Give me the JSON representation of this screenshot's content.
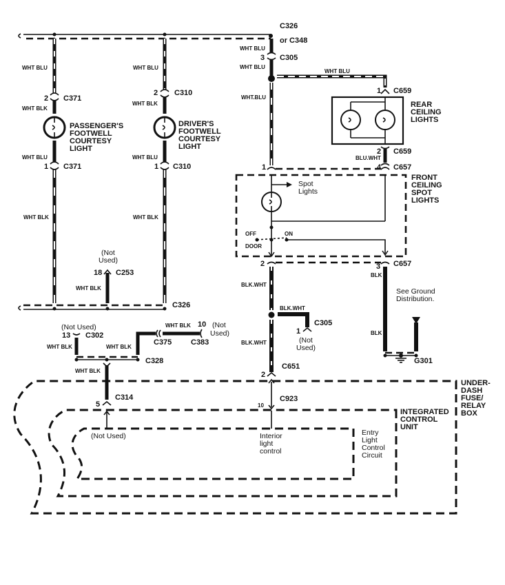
{
  "diagram": {
    "top_bus": {
      "connector_top": "C326",
      "connector_alt": "or C348"
    },
    "bottom_bus": {
      "connector": "C326"
    },
    "passenger_branch": {
      "wire_upper": "WHT BLU",
      "conn_upper_pin": "2",
      "conn_upper": "C371",
      "wire_mid": "WHT BLK",
      "component_lines": [
        "PASSENGER'S",
        "FOOTWELL",
        "COURTESY",
        "LIGHT"
      ],
      "wire_lower": "WHT BLU",
      "conn_lower_pin": "1",
      "conn_lower": "C371",
      "wire_bottom": "WHT BLK"
    },
    "driver_branch": {
      "wire_upper": "WHT BLU",
      "conn_upper_pin": "2",
      "conn_upper": "C310",
      "wire_mid": "WHT BLK",
      "component_lines": [
        "DRIVER'S",
        "FOOTWELL",
        "COURTESY",
        "LIGHT"
      ],
      "wire_lower": "WHT BLU",
      "conn_lower_pin": "1",
      "conn_lower": "C310",
      "wire_bottom": "WHT BLK"
    },
    "c253_stub": {
      "not_used": [
        "(Not",
        "Used)"
      ],
      "pin": "18",
      "connector": "C253",
      "wire": "WHT BLK"
    },
    "right_feed": {
      "wire_a": "WHT BLU",
      "pin_c305": "3",
      "conn_c305": "C305",
      "wire_b": "WHT BLU",
      "wire_c": "WHT.BLU",
      "wire_rear": "WHT BLU"
    },
    "rear_ceiling": {
      "conn_top_pin": "1",
      "conn_top": "C659",
      "component_lines": [
        "REAR",
        "CEILING",
        "LIGHTS"
      ],
      "conn_bottom_pin": "2",
      "conn_bottom": "C659",
      "wire": "BLU.WHT"
    },
    "front_ceiling": {
      "c657_pin_left": "1",
      "c657_pin_right": "4",
      "c657": "C657",
      "component_lines": [
        "FRONT",
        "CEILING",
        "SPOT",
        "LIGHTS"
      ],
      "spot_label": [
        "Spot",
        "Lights"
      ],
      "switch_off": "OFF",
      "switch_door": "DOOR",
      "switch_on": "ON",
      "out_pin_left": "2",
      "out_pin_right": "3",
      "out_conn": "C657"
    },
    "ground": {
      "wire": "BLK",
      "note": [
        "See Ground",
        "Distribution."
      ],
      "wire_lower": "BLK",
      "ground_id": "G301"
    },
    "center_lower": {
      "wire_a": "BLK.WHT",
      "wire_b": "BLK.WHT",
      "wire_c": "BLK.WHT",
      "c305_pin": "1",
      "c305": "C305",
      "not_used": [
        "(Not",
        "Used)"
      ],
      "c651_pin": "2",
      "c651": "C651",
      "c923_pin": "10",
      "c923": "C923"
    },
    "left_lower": {
      "not_used_c302": "(Not Used)",
      "c302_pin": "13",
      "c302": "C302",
      "wire_c302": "WHT BLK",
      "wire_mid": "WHT BLK",
      "wire_c375": "WHT BLK",
      "c383_pin": "10",
      "c375": "C375",
      "c383": "C383",
      "not_used_c383": [
        "(Not",
        "Used)"
      ],
      "c328": "C328",
      "wire_down": "WHT BLK",
      "c314_pin": "5",
      "c314": "C314"
    },
    "boxes": {
      "underdash": [
        "UNDER-",
        "DASH",
        "FUSE/",
        "RELAY",
        "BOX"
      ],
      "icu": [
        "INTEGRATED",
        "CONTROL",
        "UNIT"
      ],
      "entry": [
        "Entry",
        "Light",
        "Control",
        "Circuit"
      ],
      "not_used_icu": "(Not Used)",
      "interior": [
        "Interior",
        "light",
        "control"
      ]
    }
  }
}
